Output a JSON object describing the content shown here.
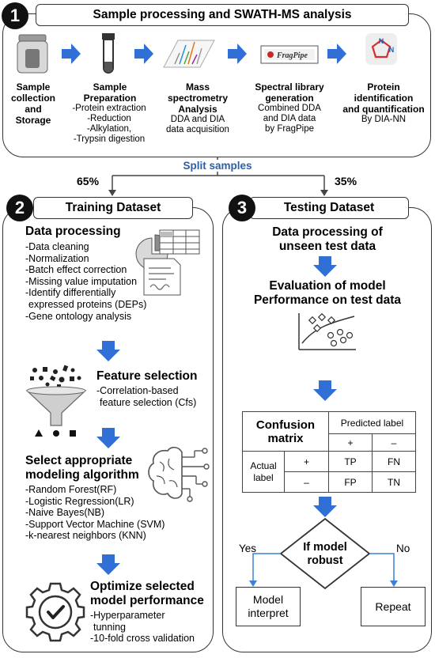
{
  "panel1": {
    "number": "1",
    "title": "Sample processing and SWATH-MS analysis",
    "steps": [
      {
        "title_lines": [
          "Sample",
          "collection",
          "and",
          "Storage"
        ],
        "sub_lines": []
      },
      {
        "title_lines": [
          "Sample",
          "Preparation"
        ],
        "sub_lines": [
          "-Protein extraction",
          "-Reduction",
          "-Alkylation,",
          "-Trypsin digestion"
        ]
      },
      {
        "title_lines": [
          "Mass",
          "spectrometry",
          "Analysis"
        ],
        "sub_lines": [
          "DDA and DIA",
          "data acquisition"
        ]
      },
      {
        "title_lines": [
          "Spectral library",
          "generation"
        ],
        "sub_lines": [
          "Combined DDA",
          "and DIA data",
          "by FragPipe"
        ]
      },
      {
        "title_lines": [
          "Protein",
          "identification",
          "and quantification"
        ],
        "sub_lines": [
          "By DIA-NN"
        ]
      }
    ],
    "fragpipe_logo": "FragPipe"
  },
  "split": {
    "label": "Split samples",
    "left_pct": "65%",
    "right_pct": "35%"
  },
  "panel2": {
    "number": "2",
    "title": "Training Dataset",
    "data_processing": {
      "heading": "Data processing",
      "items": [
        "-Data cleaning",
        "-Normalization",
        "-Batch effect correction",
        "-Missing value imputation",
        "-Identify differentially",
        "expressed proteins (DEPs)",
        "-Gene ontology analysis"
      ]
    },
    "feature_selection": {
      "heading": "Feature selection",
      "items": [
        "-Correlation-based",
        "feature selection (Cfs)"
      ]
    },
    "modeling": {
      "heading_lines": [
        "Select appropriate",
        "modeling algorithm"
      ],
      "items": [
        "-Random Forest(RF)",
        "-Logistic Regression(LR)",
        "-Naive Bayes(NB)",
        "-Support Vector Machine (SVM)",
        "-k-nearest neighbors (KNN)"
      ]
    },
    "optimize": {
      "heading_lines": [
        "Optimize selected",
        "model performance"
      ],
      "items": [
        "-Hyperparameter",
        "tunning",
        "-10-fold cross validation"
      ]
    }
  },
  "panel3": {
    "number": "3",
    "title": "Testing Dataset",
    "data_processing_lines": [
      "Data processing of",
      "unseen test data"
    ],
    "evaluation_lines": [
      "Evaluation of model",
      "Performance on test data"
    ],
    "confusion": {
      "title_lines": [
        "Confusion",
        "matrix"
      ],
      "predicted_label": "Predicted label",
      "plus": "+",
      "minus": "–",
      "actual_label_lines": [
        "Actual",
        "label"
      ],
      "tp": "TP",
      "fn": "FN",
      "fp": "FP",
      "tn": "TN"
    },
    "decision_lines": [
      "If model",
      "robust"
    ],
    "yes": "Yes",
    "no": "No",
    "model_interpret_lines": [
      "Model",
      "interpret"
    ],
    "repeat": "Repeat"
  },
  "colors": {
    "arrow_blue": "#2f6fd6",
    "split_text": "#2a5ea8",
    "line_blue": "#3b82d6"
  }
}
